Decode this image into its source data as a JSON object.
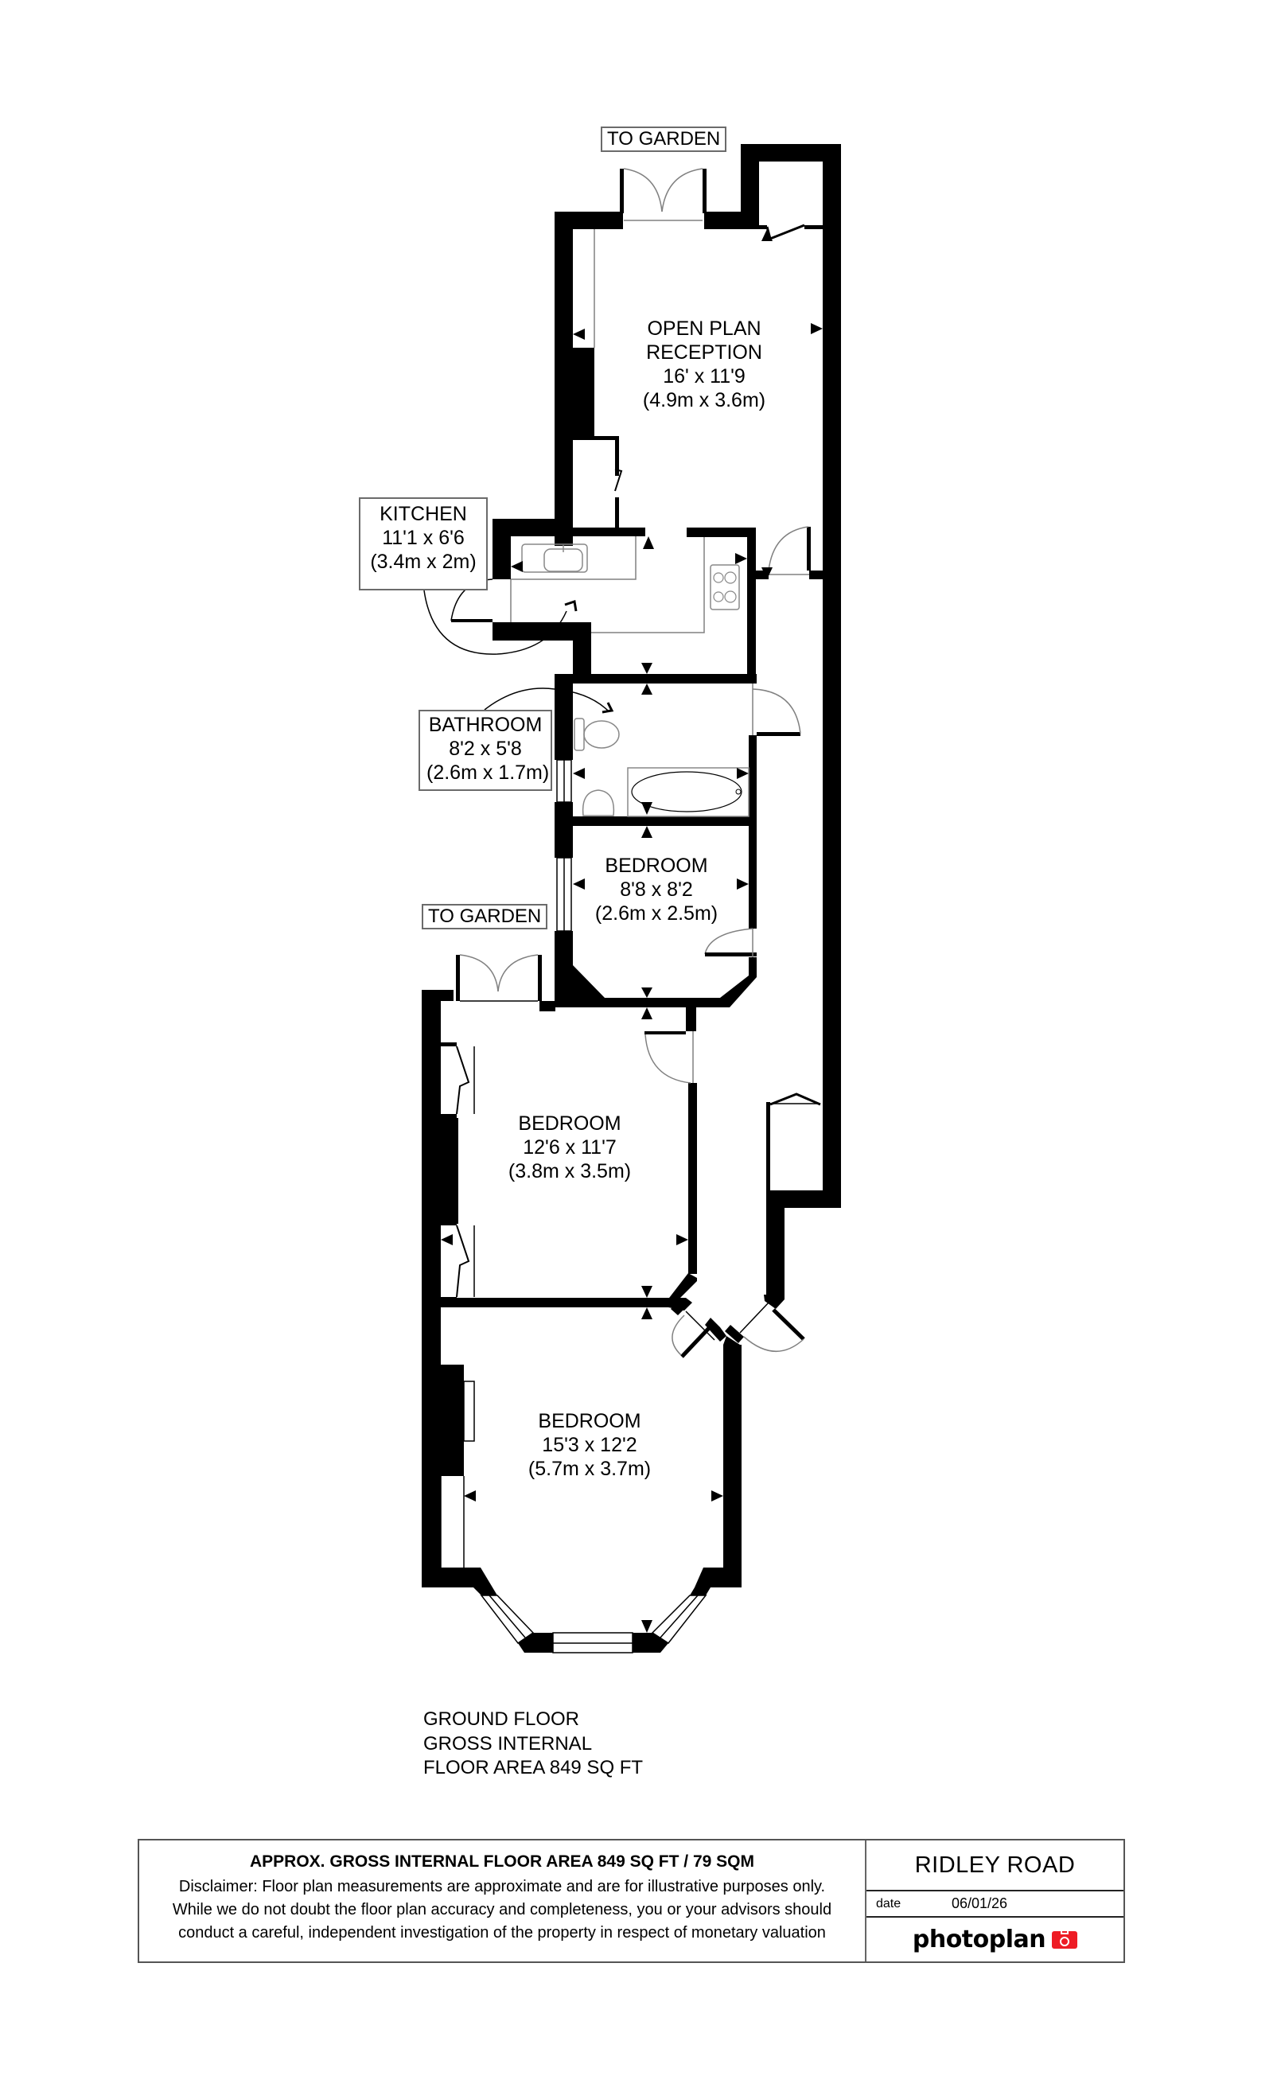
{
  "plan": {
    "garden_tags": [
      {
        "label": "TO GARDEN"
      },
      {
        "label": "TO GARDEN"
      }
    ],
    "rooms": {
      "reception": {
        "line1": "OPEN PLAN",
        "line2": "RECEPTION",
        "imperial": "16' x 11'9",
        "metric": "(4.9m x 3.6m)"
      },
      "kitchen": {
        "name": "KITCHEN",
        "imperial": "11'1 x 6'6",
        "metric": "(3.4m x 2m)"
      },
      "bathroom": {
        "name": "BATHROOM",
        "imperial": "8'2 x 5'8",
        "metric": "(2.6m x 1.7m)"
      },
      "bedroom_small": {
        "name": "BEDROOM",
        "imperial": "8'8 x 8'2",
        "metric": "(2.6m x 2.5m)"
      },
      "bedroom_middle": {
        "name": "BEDROOM",
        "imperial": "12'6 x 11'7",
        "metric": "(3.8m x 3.5m)"
      },
      "bedroom_front": {
        "name": "BEDROOM",
        "imperial": "15'3 x 12'2",
        "metric": "(5.7m x 3.7m)"
      }
    },
    "floor_summary": {
      "line1": "GROUND FLOOR",
      "line2": "GROSS INTERNAL",
      "line3": "FLOOR AREA 849 SQ FT"
    }
  },
  "footer": {
    "title": "APPROX. GROSS INTERNAL FLOOR AREA 849 SQ FT / 79 SQM",
    "disclaimer": [
      "Disclaimer: Floor plan measurements are approximate and are for illustrative purposes only.",
      "While we do not doubt the floor plan accuracy and completeness, you or your advisors should",
      "conduct a careful, independent investigation of the property in respect of monetary valuation"
    ],
    "property_name": "RIDLEY ROAD",
    "date_label": "date",
    "date_value": "06/01/26",
    "brand": "photoplan",
    "brand_color": "#ee1c25"
  }
}
